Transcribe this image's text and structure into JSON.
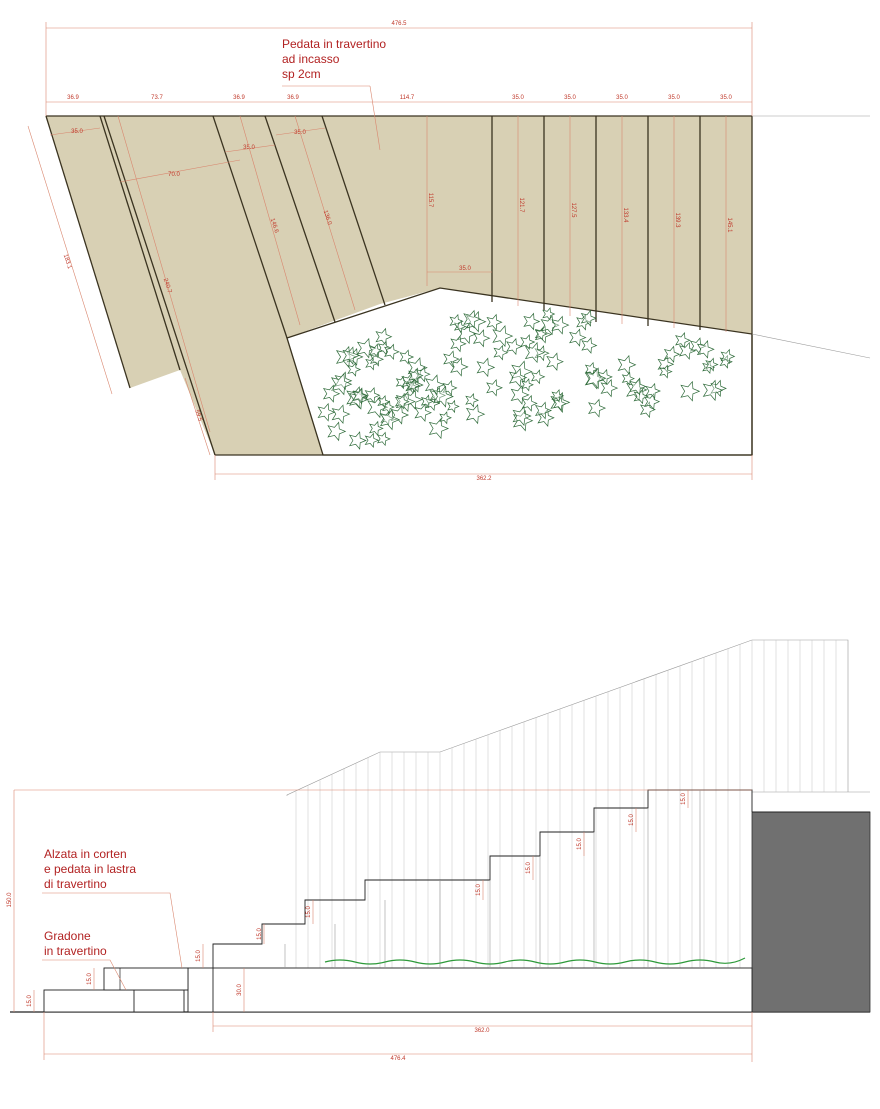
{
  "plan": {
    "note_title": [
      "Pedata in travertino",
      "ad incasso",
      "sp 2cm"
    ],
    "total_width": "476.5",
    "segments": [
      "36.9",
      "73.7",
      "36.9",
      "36.9",
      "114.7",
      "35.0",
      "35.0",
      "35.0",
      "35.0",
      "35.0"
    ],
    "bottom_width": "362.2",
    "widths": [
      "35.0",
      "70.0",
      "35.0",
      "35.0",
      "35.0"
    ],
    "lengths": [
      "183.1",
      "240.7",
      "146.6",
      "136.0",
      "115.7",
      "121.7",
      "127.5",
      "133.4",
      "139.3",
      "145.1",
      "59.5"
    ]
  },
  "section": {
    "note_riser": [
      "Alzata in corten",
      "e pedata in lastra",
      "di travertino"
    ],
    "note_step": [
      "Gradone",
      "in travertino"
    ],
    "height_total": "150.0",
    "step_heights": [
      "15.0",
      "15.0",
      "15.0",
      "15.0",
      "15.0",
      "15.0",
      "15.0",
      "15.0",
      "15.0",
      "15.0"
    ],
    "base_height": "30.0",
    "step_block": "15.0",
    "width_inner": "362.0",
    "width_total": "476.4"
  },
  "colors": {
    "travertine": "#d8d0b4",
    "outline": "#3a3320",
    "dimension": "#c0392b",
    "note": "#b22222",
    "planting": "#2f6b3a",
    "ground": "#2e9a3a",
    "dark_wall": "#707070"
  }
}
